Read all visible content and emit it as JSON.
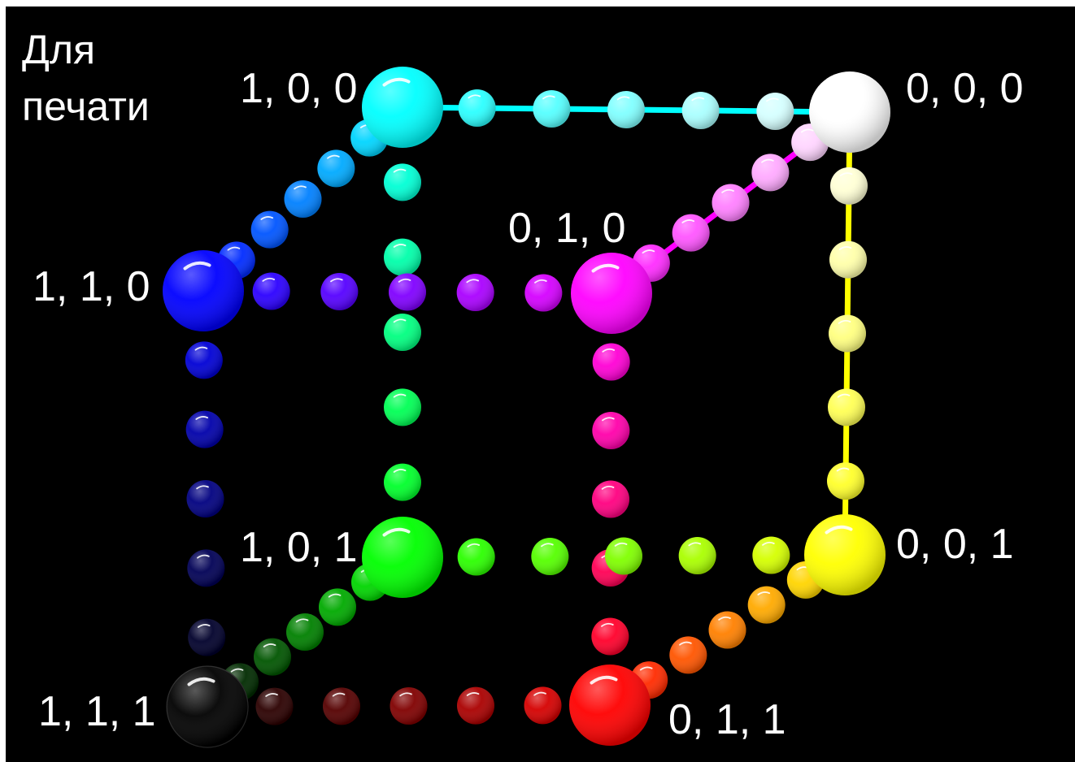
{
  "title_lines": [
    "Для",
    "печати"
  ],
  "vertices": {
    "v000": {
      "label": "0, 0, 0",
      "color": "#ffffff"
    },
    "v100": {
      "label": "1, 0, 0",
      "color": "#00ffff"
    },
    "v010": {
      "label": "0, 1, 0",
      "color": "#ff00ff"
    },
    "v110": {
      "label": "1, 1, 0",
      "color": "#0000ff"
    },
    "v001": {
      "label": "0, 0, 1",
      "color": "#ffff00"
    },
    "v101": {
      "label": "1, 0, 1",
      "color": "#00ff00"
    },
    "v011": {
      "label": "0, 1, 1",
      "color": "#ff0000"
    },
    "v111": {
      "label": "1, 1, 1",
      "color": "#000000"
    }
  },
  "edges": [
    {
      "name": "edge-000-100",
      "from": "v000",
      "to": "v100",
      "solid_line": true
    },
    {
      "name": "edge-000-010",
      "from": "v000",
      "to": "v010",
      "solid_line": true
    },
    {
      "name": "edge-000-001",
      "from": "v000",
      "to": "v001",
      "solid_line": true
    },
    {
      "name": "edge-100-110",
      "from": "v100",
      "to": "v110",
      "solid_line": false
    },
    {
      "name": "edge-100-101",
      "from": "v100",
      "to": "v101",
      "solid_line": false
    },
    {
      "name": "edge-010-110",
      "from": "v010",
      "to": "v110",
      "solid_line": false
    },
    {
      "name": "edge-010-011",
      "from": "v010",
      "to": "v011",
      "solid_line": false
    },
    {
      "name": "edge-001-101",
      "from": "v001",
      "to": "v101",
      "solid_line": false
    },
    {
      "name": "edge-001-011",
      "from": "v001",
      "to": "v011",
      "solid_line": false
    },
    {
      "name": "edge-110-111",
      "from": "v110",
      "to": "v111",
      "solid_line": false
    },
    {
      "name": "edge-101-111",
      "from": "v101",
      "to": "v111",
      "solid_line": false
    },
    {
      "name": "edge-011-111",
      "from": "v011",
      "to": "v111",
      "solid_line": false
    }
  ],
  "dots_per_edge": 5
}
